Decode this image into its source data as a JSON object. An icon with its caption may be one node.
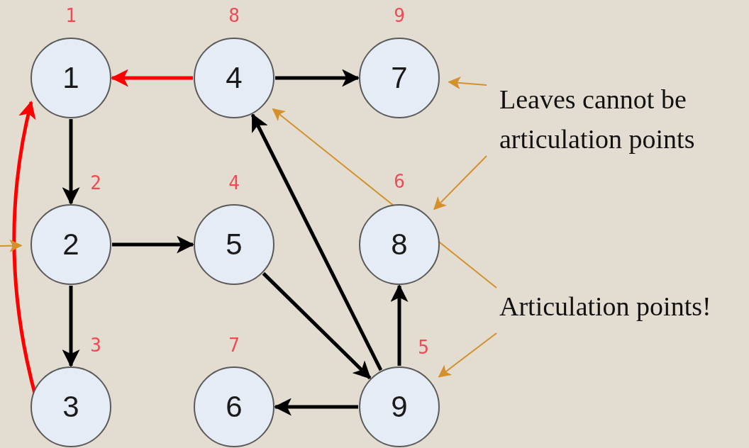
{
  "diagram": {
    "nodes": [
      {
        "text": [
          "1"
        ],
        "beside": [
          "1"
        ]
      },
      {
        "text": [
          "4"
        ],
        "beside": [
          "8"
        ]
      },
      {
        "text": [
          "7"
        ],
        "beside": [
          "9"
        ]
      },
      {
        "text": [
          "2"
        ],
        "beside": [
          "2"
        ]
      },
      {
        "text": [
          "5"
        ],
        "beside": [
          "4"
        ]
      },
      {
        "text": [
          "8"
        ],
        "beside": [
          "6"
        ]
      },
      {
        "text": [
          "3"
        ],
        "beside": [
          "3"
        ]
      },
      {
        "text": [
          "6"
        ],
        "beside": [
          "7"
        ]
      },
      {
        "text": [
          "9"
        ],
        "beside": [
          "5"
        ]
      },
      {
        "text": [
          "Leaves cannot be articulation points"
        ]
      },
      {
        "text": [
          "Articulation points!"
        ]
      }
    ],
    "edges": [
      {
        "from": 1,
        "to": 0,
        "arrow": "to",
        "color": "#ff0000"
      },
      {
        "from": 1,
        "to": 2,
        "arrow": "to"
      },
      {
        "from": 0,
        "to": 3,
        "arrow": "to"
      },
      {
        "from": 3,
        "to": 4,
        "arrow": "to"
      },
      {
        "from": 3,
        "to": 6,
        "arrow": "to"
      },
      {
        "from": 6,
        "to": 0,
        "arrow": "to",
        "color": "#ff0000"
      },
      {
        "from": 4,
        "to": 8,
        "arrow": "to"
      },
      {
        "from": 8,
        "to": 1,
        "arrow": "to"
      },
      {
        "from": 8,
        "to": 5,
        "arrow": "to"
      },
      {
        "from": 8,
        "to": 7,
        "arrow": "to"
      },
      {
        "from": 9,
        "to": 2,
        "arrow": "to",
        "color": "#d4902a"
      },
      {
        "from": 9,
        "to": 5,
        "arrow": "to",
        "color": "#d4902a"
      },
      {
        "from": 10,
        "to": 1,
        "arrow": "to",
        "color": "#d4902a"
      },
      {
        "from": 10,
        "to": 8,
        "arrow": "to",
        "color": "#d4902a"
      },
      {
        "from": null,
        "to": 3,
        "arrow": "to",
        "color": "#d4902a"
      }
    ]
  }
}
